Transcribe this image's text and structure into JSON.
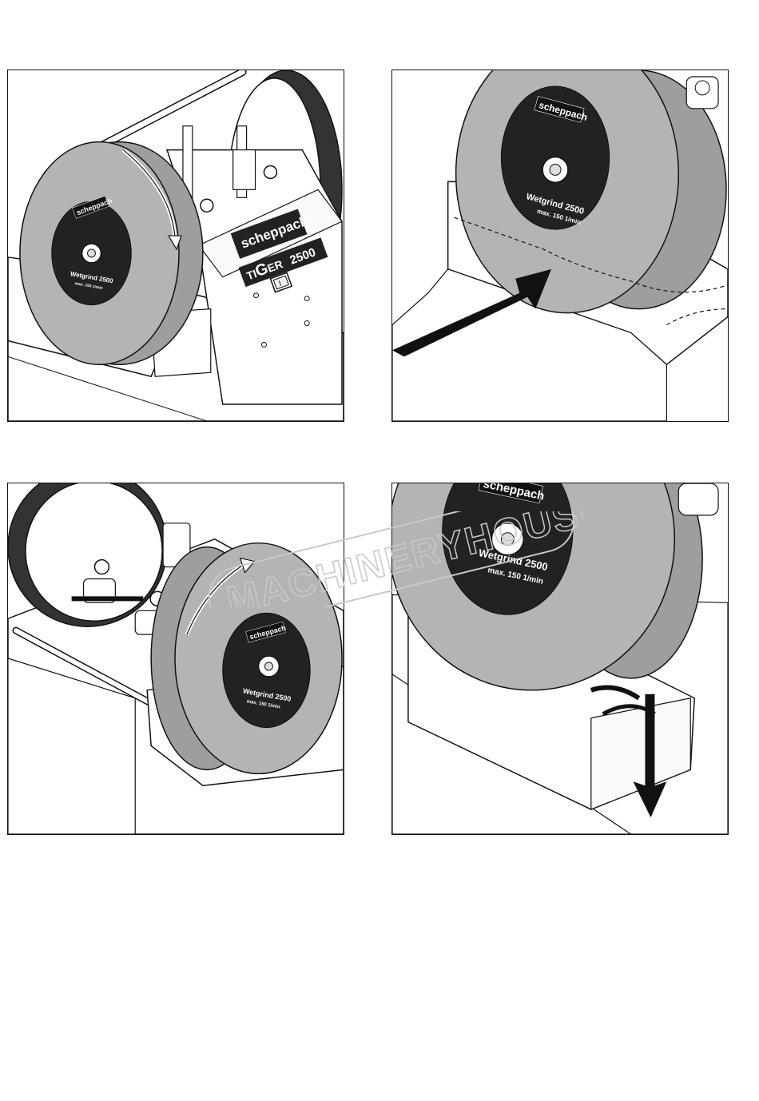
{
  "brand": "scheppach",
  "wheel_model": "Wetgrind 2500",
  "wheel_speed": "max. 150 1/min",
  "machine_badge_prefix": "TI",
  "machine_badge_mid": "G",
  "machine_badge_suffix": "ER",
  "machine_badge_number": "2500",
  "switch_symbol": "I",
  "watermark_text": "MACHINERYHOUSE",
  "colors": {
    "wheel_face": "#b4b4b4",
    "wheel_rim": "#9e9e9e",
    "label_dark": "#222222",
    "line": "#111111",
    "watermark": "#c9c9c9"
  }
}
